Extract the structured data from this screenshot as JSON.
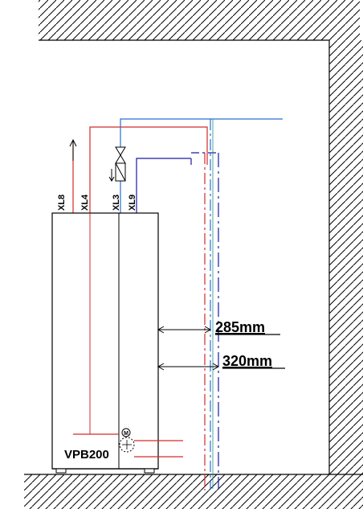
{
  "unit": {
    "model": "VPB200",
    "motor_symbol": "M"
  },
  "connections": [
    {
      "id": "xl8",
      "label": "XL8",
      "color": "#d42a2a"
    },
    {
      "id": "xl4",
      "label": "XL4",
      "color": "#d42a2a"
    },
    {
      "id": "xl3",
      "label": "XL3",
      "color": "#2a6fd4"
    },
    {
      "id": "xl9",
      "label": "XL9",
      "color": "#2a6fd4"
    }
  ],
  "dimensions": [
    {
      "id": "dim-285",
      "label": "285mm"
    },
    {
      "id": "dim-320",
      "label": "320mm"
    }
  ],
  "colors": {
    "hot": "#d42a2a",
    "cold": "#2a6fd4",
    "dashed_blue": "#1a1aa8",
    "outline": "#000000",
    "teal": "#1f8f8f"
  }
}
